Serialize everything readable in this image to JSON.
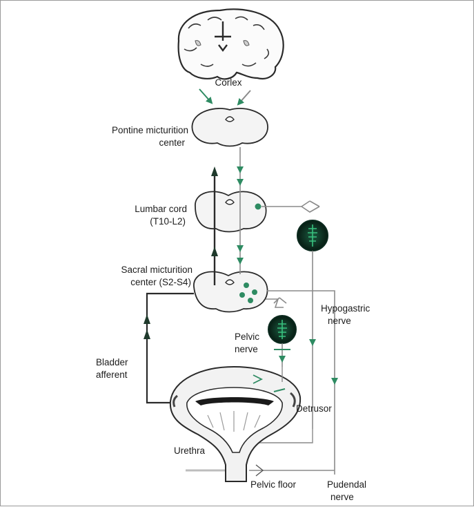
{
  "labels": {
    "cortex": "Corlex",
    "pmc_line1": "Pontine micturition",
    "pmc_line2": "center",
    "lumbar_line1": "Lumbar cord",
    "lumbar_line2": "(T10-L2)",
    "sacral_line1": "Sacral micturition",
    "sacral_line2": "center (S2-S4)",
    "hypogastric_line1": "Hypogastric",
    "hypogastric_line2": "nerve",
    "pelvic_nerve_line1": "Pelvic",
    "pelvic_nerve_line2": "nerve",
    "bladder_afferent_line1": "Bladder",
    "bladder_afferent_line2": "afferent",
    "detrusor": "Detrusor",
    "urethra": "Urethra",
    "pelvic_floor": "Pelvic floor",
    "pudendal_line1": "Pudendal",
    "pudendal_line2": "nerve"
  },
  "colors": {
    "efferent_green": "#2e8b62",
    "line_dark": "#2a2a2a",
    "line_gray": "#8a8a8a",
    "ganglion_dark": "#0b2a1e",
    "tissue_fill": "#f4f4f4"
  }
}
